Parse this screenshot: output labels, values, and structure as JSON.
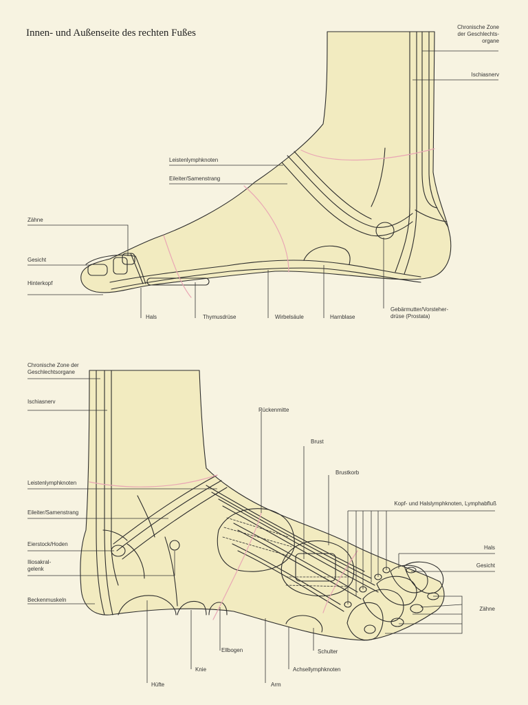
{
  "title": "Innen- und Außenseite des rechten Fußes",
  "colors": {
    "background": "#f7f3e1",
    "skin": "#f2ebc0",
    "outline": "#2b2b2b",
    "pink_line": "#e9a6b4"
  },
  "inner_foot": {
    "labels": {
      "chronische_zone": "Chronische Zone\nder Geschlechts-\norgane",
      "ischiasnerv": "Ischiasnerv",
      "leistenlymphknoten": "Leistenlymphknoten",
      "eileiter": "Eileiter/Samenstrang",
      "zaehne": "Zähne",
      "gesicht": "Gesicht",
      "hinterkopf": "Hinterkopf",
      "hals": "Hals",
      "thymusdruese": "Thymusdrüse",
      "wirbelsaeule": "Wirbelsäule",
      "harnblase": "Harnblase",
      "gebaermutter": "Gebärmutter/Vorsteher-\ndrüse (Prostata)"
    }
  },
  "outer_foot": {
    "labels": {
      "chronische_zone": "Chronische Zone der\nGeschlechtsorgane",
      "ischiasnerv": "Ischiasnerv",
      "leistenlymphknoten": "Leistenlymphknoten",
      "eileiter": "Eileiter/Samenstrang",
      "eierstock": "Eierstock/Hoden",
      "iliosakral": "Iliosakral-\ngelenk",
      "beckenmuskeln": "Beckenmuskeln",
      "rueckenmitte": "Rückenmitte",
      "brust": "Brust",
      "brustkorb": "Brustkorb",
      "kopf_hals": "Kopf- und Halslymphknoten, Lymphabfluß",
      "hals": "Hals",
      "gesicht": "Gesicht",
      "zaehne": "Zähne",
      "schulter": "Schulter",
      "achsellymphknoten": "Achsellymphknoten",
      "ellbogen": "Ellbogen",
      "knie": "Knie",
      "huefte": "Hüfte",
      "arm": "Arm"
    }
  }
}
